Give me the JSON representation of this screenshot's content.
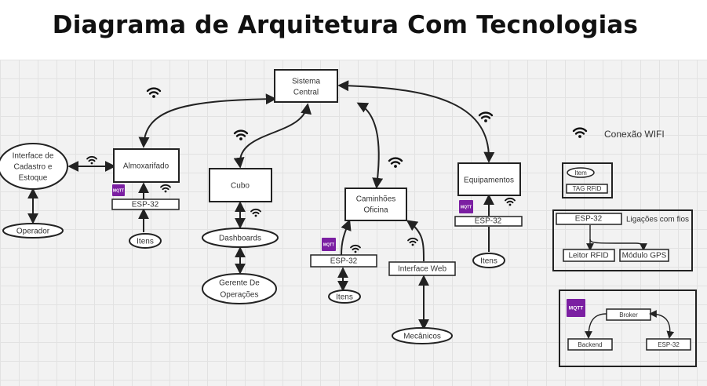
{
  "title": "Diagrama de Arquitetura Com Tecnologias",
  "nodes": {
    "sistema_central": [
      "Sistema",
      "Central"
    ],
    "almoxarifado": "Almoxarifado",
    "cubo": "Cubo",
    "caminhoes": [
      "Caminhões",
      "Oficina"
    ],
    "equipamentos": "Equipamentos",
    "interface_cadastro": [
      "Interface de",
      "Cadastro e",
      "Estoque"
    ],
    "operador": "Operador",
    "dashboards": "Dashboards",
    "gerente": [
      "Gerente De",
      "Operações"
    ],
    "interface_web": "Interface Web",
    "mecanicos": "Mecânicos",
    "esp32": "ESP-32",
    "itens": "Itens",
    "mqtt": "MQTT"
  },
  "legend": {
    "wifi": "Conexão WIFI",
    "item": "Item",
    "tag_rfid": "TAG RFID",
    "esp32": "ESP-32",
    "wired": "Ligações com fios",
    "rfid_reader": "Leitor RFID",
    "gps": "Módulo GPS",
    "broker": "Broker",
    "backend": "Backend",
    "mqtt": "MQTT"
  },
  "icons": [
    "wifi-icon",
    "mqtt-icon"
  ],
  "colors": {
    "mqtt": "#7b1fa2",
    "line": "#222222",
    "canvas": "#f2f2f2"
  }
}
